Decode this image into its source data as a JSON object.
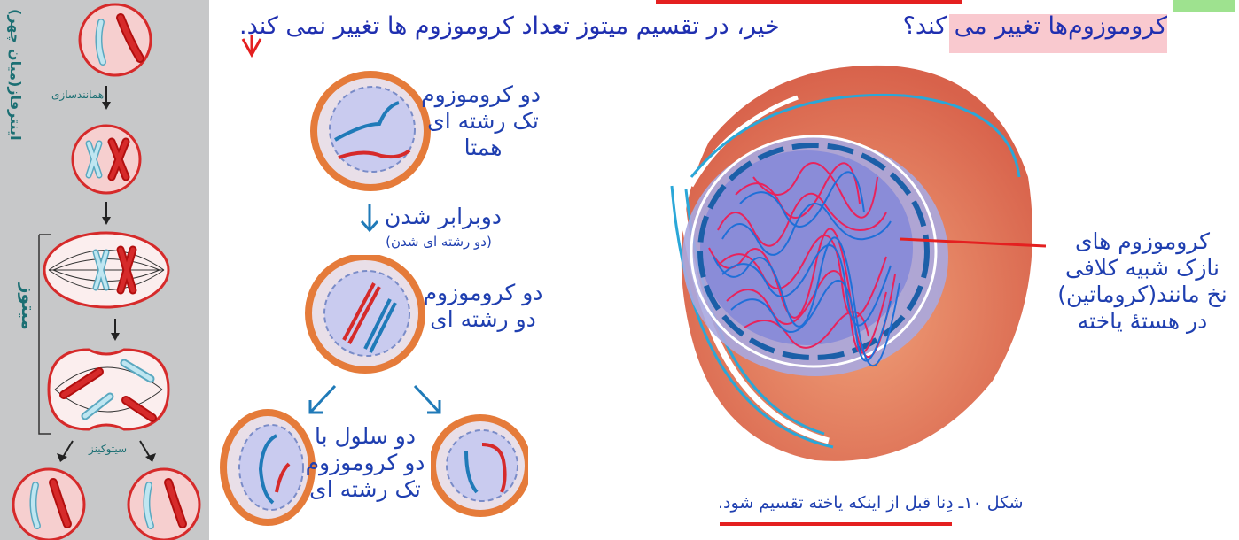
{
  "header": {
    "question": "کروموزوم‌ها تغییر می کند؟",
    "answer": "خیر، در تقسیم میتوز تعداد کروموزوم ها تغییر نمی کند."
  },
  "left_strip": {
    "step_replication": "همانندسازی",
    "interphase": "اینترفاز(میان چهر)",
    "mitosis": "میتوز",
    "cytokinesis": "سیتوکینز"
  },
  "middle": {
    "label1_line1": "دو کروموزوم",
    "label1_line2": "تک رشته ای",
    "label1_line3": "همتا",
    "duplication": "دوبرابر شدن",
    "duplication_note": "(دو رشته ای شدن)",
    "label2_line1": "دو کروموزوم",
    "label2_line2": "دو رشته ای",
    "label3_line1": "دو سلول با",
    "label3_line2": "دو کروموزوم",
    "label3_line3": "تک رشته ای"
  },
  "right": {
    "callout_line1": "کروموزوم های",
    "callout_line2": "نازک شبیه کلافی",
    "callout_line3": "نخ مانند(کروماتین)",
    "callout_line4": "در هستهٔ یاخته",
    "caption": "شکل ۱۰ـ دِنا قبل از اینکه یاخته تقسیم شود."
  },
  "colors": {
    "cell_red": "#d62a2a",
    "chromosome_blue": "#9fd6e6",
    "nucleus_lilac": "#a9a8e0",
    "text_blue": "#1f3fb0",
    "highlight_pink": "#f9c9cf",
    "underline_red": "#e42020"
  }
}
